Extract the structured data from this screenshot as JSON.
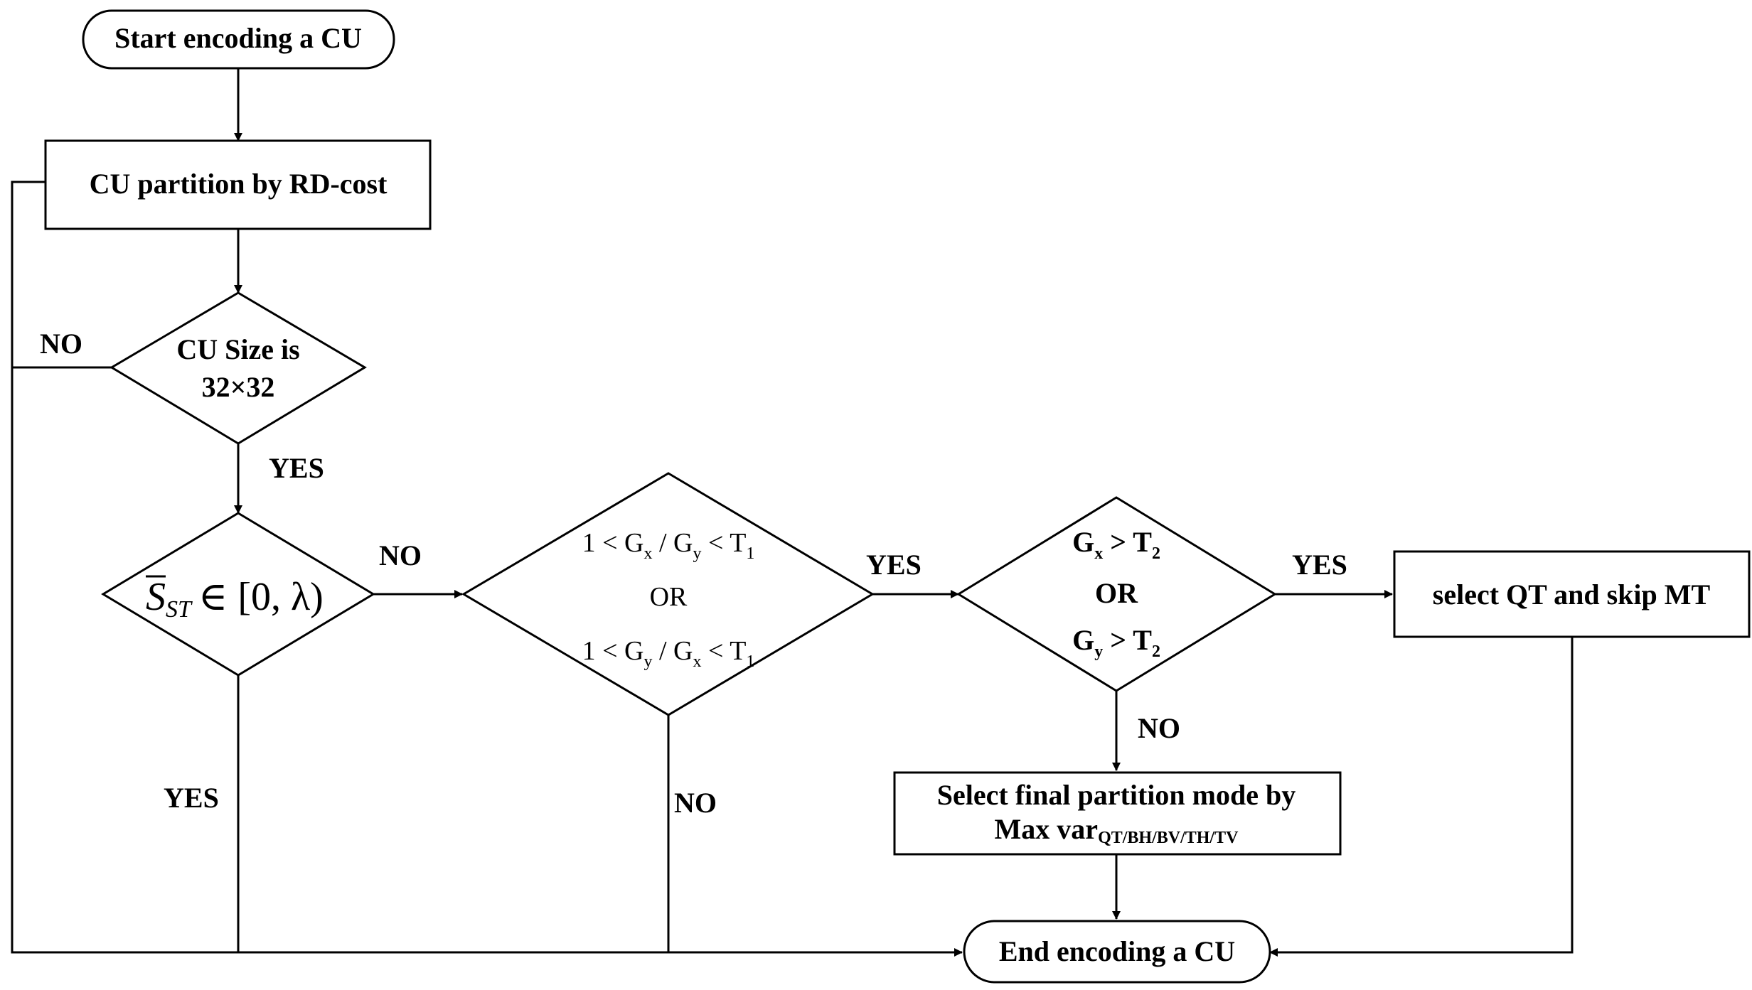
{
  "nodes": {
    "start": "Start encoding a CU",
    "rd_partition": "CU partition by RD-cost",
    "size_check": {
      "line1": "CU Size is",
      "line2": "32×32"
    },
    "sst_check": {
      "s": "S",
      "sub": "ST",
      "rest": "∈ [0, λ)"
    },
    "ratio_check": {
      "line1": {
        "pre": "1 < G",
        "sx": "x",
        "mid": " / G",
        "sy": "y",
        "post": " < T",
        "st": "1"
      },
      "or": "OR",
      "line3": {
        "pre": "1 < G",
        "sx": "y",
        "mid": " / G",
        "sy": "x",
        "post": " < T",
        "st": "1"
      }
    },
    "grad_check": {
      "line1": {
        "pre": "G",
        "sub": "x",
        "post": " > T",
        "st": "2"
      },
      "or": "OR",
      "line3": {
        "pre": "G",
        "sub": "y",
        "post": " > T",
        "st": "2"
      }
    },
    "select_qt": "select QT and skip MT",
    "final_mode": {
      "line1": "Select final partition mode by",
      "line2": "Max var",
      "sub": "QT/BH/BV/TH/TV"
    },
    "end": "End encoding a CU"
  },
  "edge_labels": {
    "size_no": "NO",
    "size_yes": "YES",
    "sst_no": "NO",
    "sst_yes": "YES",
    "ratio_yes": "YES",
    "ratio_no": "NO",
    "grad_yes": "YES",
    "grad_no": "NO"
  }
}
